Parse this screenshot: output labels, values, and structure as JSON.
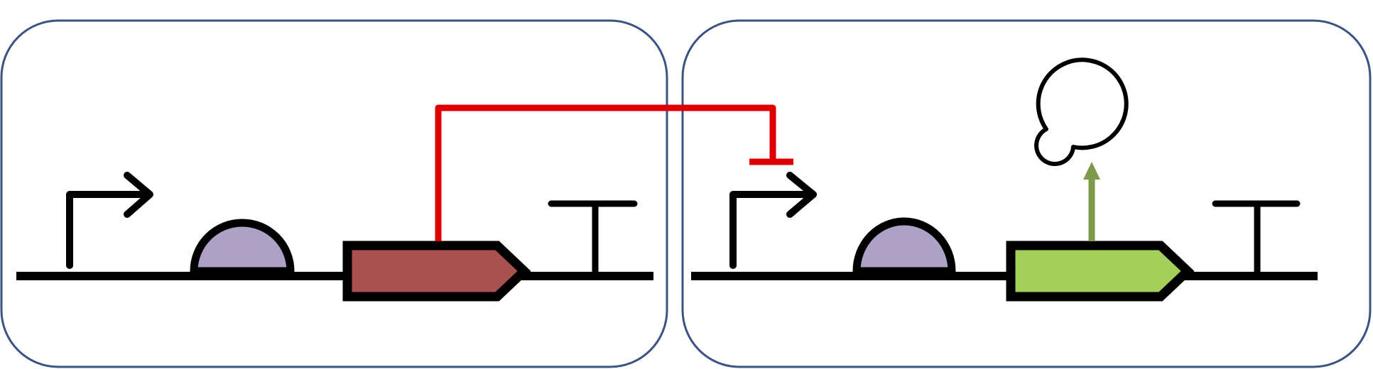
{
  "diagram": {
    "type": "genetic-circuit",
    "colors": {
      "frame": "#3b5283",
      "dna": "#000000",
      "rbs_fill": "#ada2c6",
      "cds1_fill": "#a8514f",
      "cds2_fill": "#a3cf5a",
      "repression": "#dd0000",
      "production": "#7d9a4b",
      "background": "#ffffff"
    },
    "modules": [
      {
        "parts": [
          {
            "kind": "promoter",
            "icon": "promoter-arrow-icon"
          },
          {
            "kind": "rbs",
            "icon": "ribosome-binding-site-icon"
          },
          {
            "kind": "cds",
            "icon": "coding-sequence-icon",
            "fill_key": "cds1_fill"
          },
          {
            "kind": "terminator",
            "icon": "terminator-t-icon"
          }
        ]
      },
      {
        "parts": [
          {
            "kind": "promoter",
            "icon": "promoter-arrow-icon"
          },
          {
            "kind": "rbs",
            "icon": "ribosome-binding-site-icon"
          },
          {
            "kind": "cds",
            "icon": "coding-sequence-icon",
            "fill_key": "cds2_fill"
          },
          {
            "kind": "terminator",
            "icon": "terminator-t-icon"
          }
        ]
      }
    ],
    "interactions": [
      {
        "kind": "repression",
        "from": "module-1-cds",
        "to": "module-2-promoter",
        "icon": "repression-bar-icon"
      },
      {
        "kind": "production",
        "from": "module-2-cds",
        "to": "protein-product",
        "icon": "production-arrow-icon"
      }
    ],
    "product": {
      "icon": "protein-product-icon"
    }
  }
}
